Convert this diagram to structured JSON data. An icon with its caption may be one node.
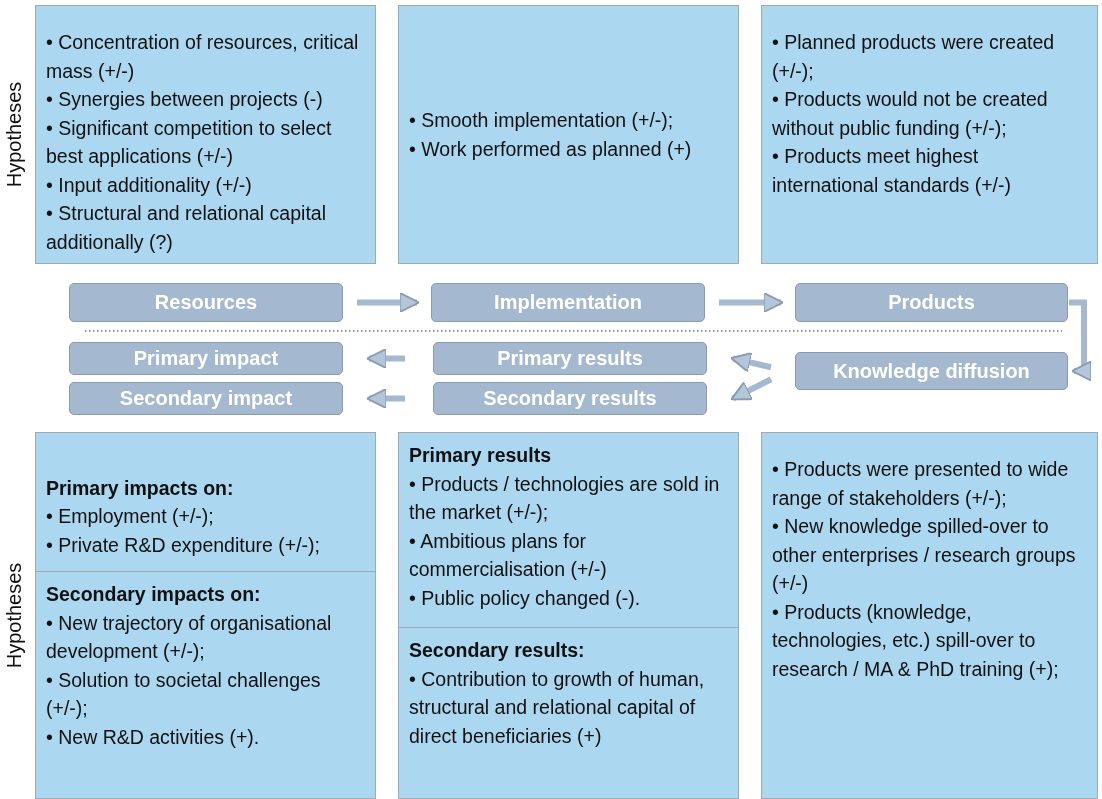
{
  "diagram": {
    "nodes": [
      {
        "text": [
          "• Concentration of resources, critical mass (+/-)",
          "• Synergies between projects (-)",
          "• Significant competition to select best applications (+/-)",
          "• Input additionality (+/-)",
          "• Structural and relational capital additionally (?)"
        ]
      },
      {
        "text": [
          "• Smooth implementation (+/-);",
          "• Work performed as planned (+)"
        ]
      },
      {
        "text": [
          "• Planned products were created (+/-);",
          "• Products would not be created without public funding (+/-);",
          "• Products meet highest international standards (+/-)"
        ]
      },
      {
        "text": [
          "Resources"
        ]
      },
      {
        "text": [
          "Implementation"
        ]
      },
      {
        "text": [
          "Products"
        ]
      },
      {
        "text": [
          "Primary impact"
        ]
      },
      {
        "text": [
          "Secondary impact"
        ]
      },
      {
        "text": [
          "Primary results"
        ]
      },
      {
        "text": [
          "Secondary results"
        ]
      },
      {
        "text": [
          "Knowledge diffusion"
        ]
      },
      {
        "text": [
          "Primary impacts on:",
          "• Employment (+/-);",
          "• Private R&D expenditure (+/-);"
        ]
      },
      {
        "text": [
          "Secondary impacts on:",
          "• New trajectory of organisational development (+/-);",
          "• Solution to societal challenges (+/-);",
          "• New R&D activities (+)."
        ]
      },
      {
        "text": [
          "Primary results",
          "• Products / technologies are sold in the market (+/-);",
          "• Ambitious plans for commercialisation (+/-)",
          "• Public policy changed (-)."
        ]
      },
      {
        "text": [
          "Secondary results:",
          "• Contribution to growth of human, structural and relational capital of direct beneficiaries (+)"
        ]
      },
      {
        "text": [
          "• Products were presented to wide range of stakeholders (+/-);",
          "• New knowledge spilled-over to other enterprises / research groups (+/-)",
          "• Products (knowledge, technologies, etc.)  spill-over to research / MA & PhD training (+);"
        ]
      }
    ],
    "edges": [
      {
        "from": 3,
        "to": 4,
        "arrow": "to"
      },
      {
        "from": 4,
        "to": 5,
        "arrow": "to"
      },
      {
        "from": 5,
        "to": 10,
        "arrow": "to"
      },
      {
        "from": 10,
        "to": 8,
        "arrow": "to"
      },
      {
        "from": 10,
        "to": 9,
        "arrow": "to"
      },
      {
        "from": 8,
        "to": 6,
        "arrow": "to"
      },
      {
        "from": 9,
        "to": 7,
        "arrow": "to"
      }
    ],
    "labels": [
      "Hypotheses",
      "Hypotheses"
    ]
  }
}
